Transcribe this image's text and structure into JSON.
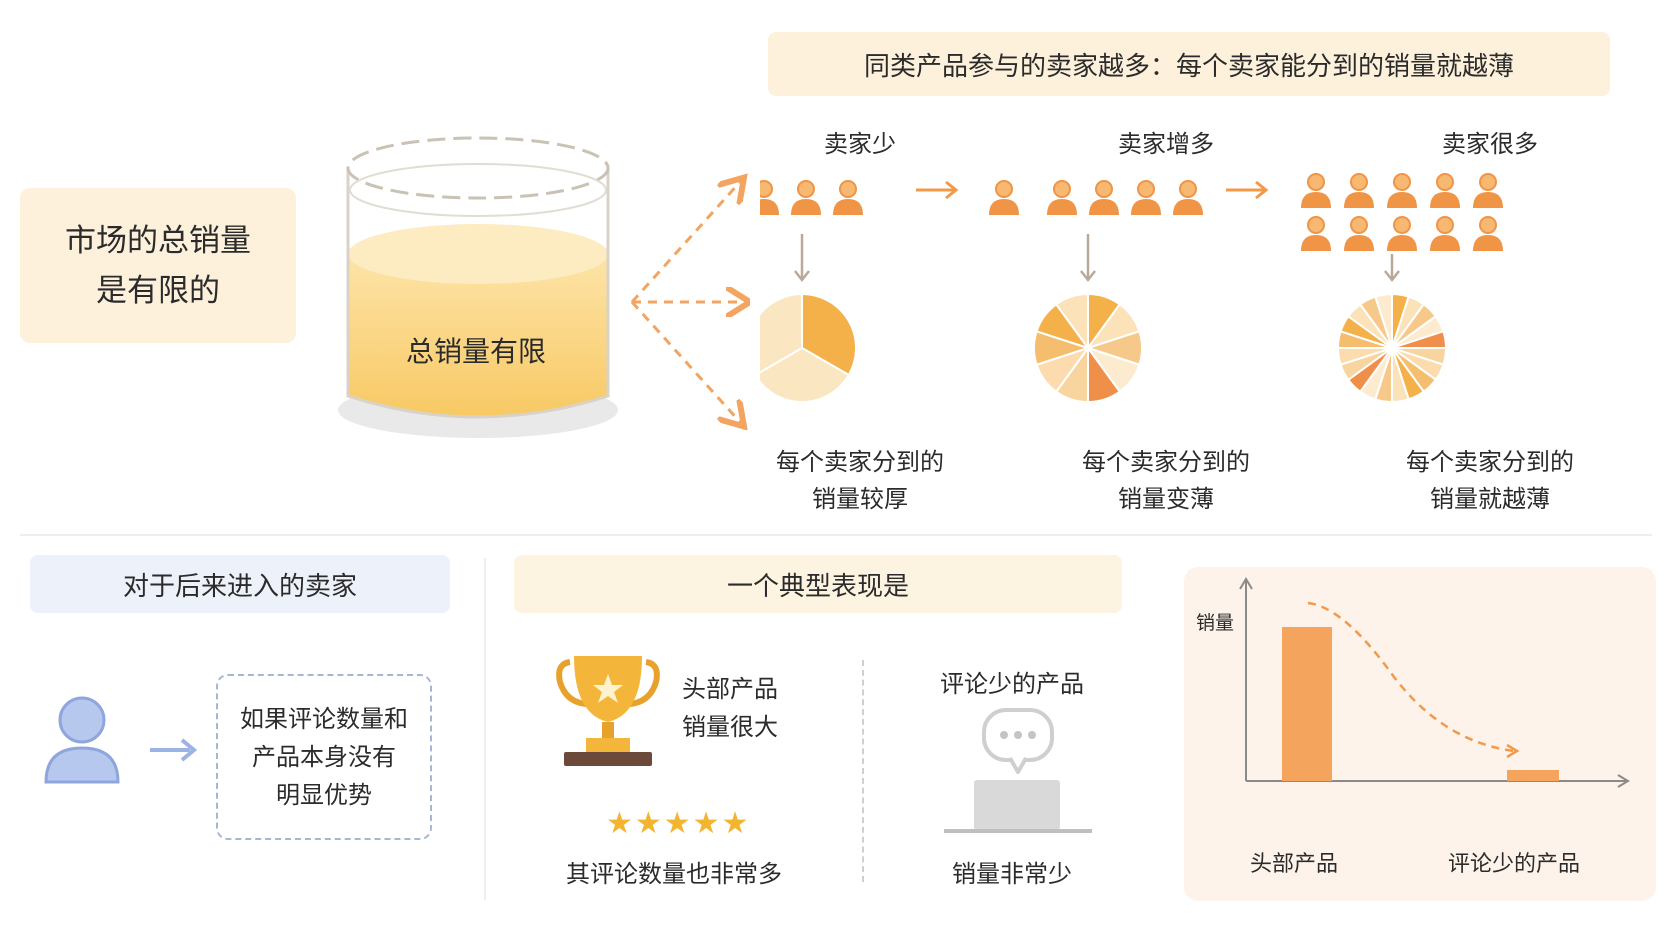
{
  "market": {
    "line1": "市场的总销量",
    "line2": "是有限的"
  },
  "container": {
    "label": "总销量有限"
  },
  "banner": {
    "text": "同类产品参与的卖家越多：每个卖家能分到的销量就越薄"
  },
  "stages": [
    {
      "title": "卖家少",
      "sellers": 3,
      "share_line1": "每个卖家分到的",
      "share_line2": "销量较厚",
      "slices": 3
    },
    {
      "title": "卖家增多",
      "sellers": 5,
      "share_line1": "每个卖家分到的",
      "share_line2": "销量变薄",
      "slices": 10
    },
    {
      "title": "卖家很多",
      "sellers": 10,
      "share_line1": "每个卖家分到的",
      "share_line2": "销量就越薄",
      "slices": 20
    }
  ],
  "later": {
    "header": "对于后来进入的卖家",
    "cond_line1": "如果评论数量和",
    "cond_line2": "产品本身没有",
    "cond_line3": "明显优势"
  },
  "typical": {
    "header": "一个典型表现是",
    "top_line1": "头部产品",
    "top_line2": "销量很大",
    "top_reviews": "其评论数量也非常多",
    "stars": 5,
    "low_title": "评论少的产品",
    "low_sales": "销量非常少"
  },
  "chart_data": {
    "type": "bar",
    "ylabel": "销量",
    "categories": [
      "头部产品",
      "评论少的产品"
    ]
  },
  "colors": {
    "accent": "#f29a4a",
    "person": "#f09445",
    "pale_box": "#fdf1dc",
    "blue_person": "#9db3e6"
  }
}
